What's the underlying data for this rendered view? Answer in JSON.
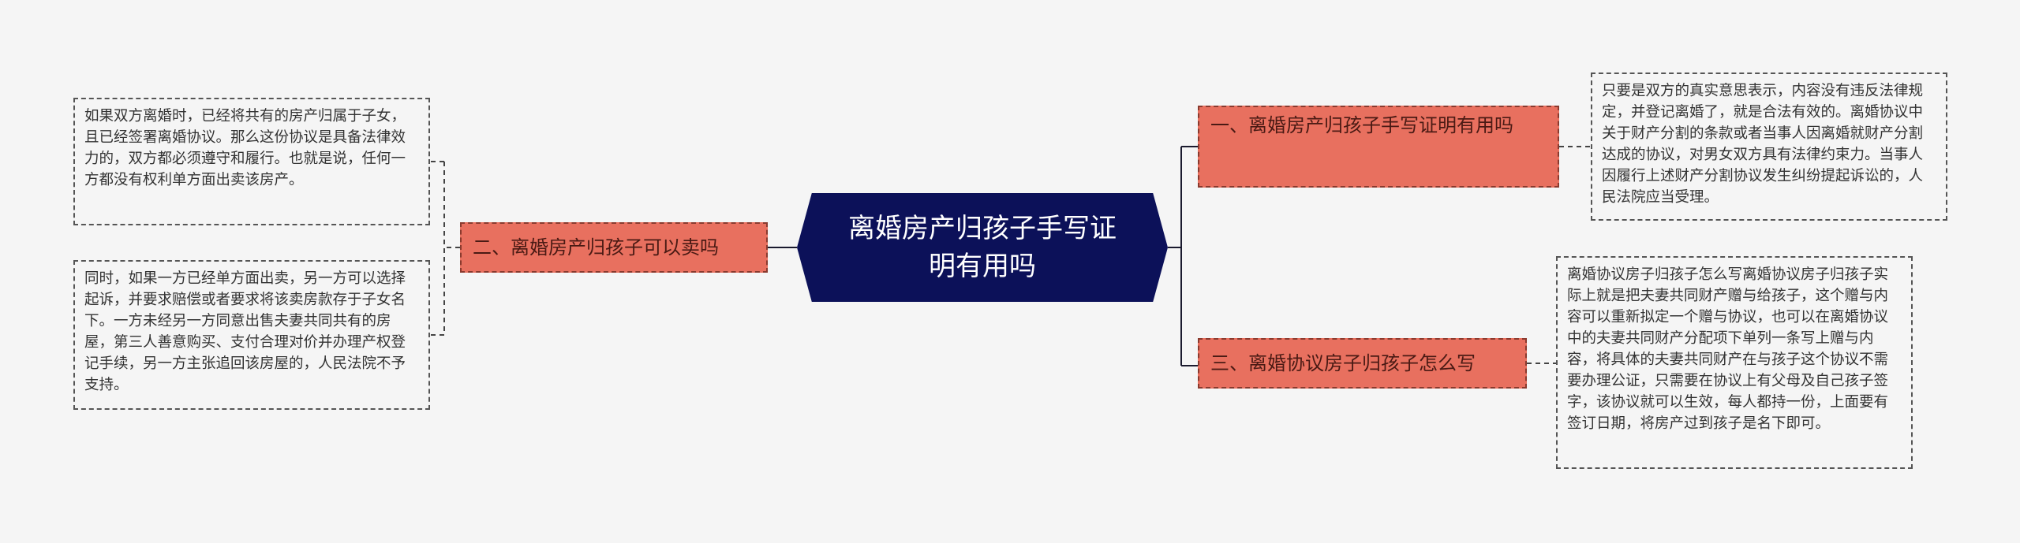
{
  "mindmap": {
    "center": {
      "text": "离婚房产归孩子手写证明有用吗"
    },
    "branches": {
      "left": {
        "text": "二、离婚房产归孩子可以卖吗"
      },
      "right1": {
        "text": "一、离婚房产归孩子手写证明有用吗"
      },
      "right3": {
        "text": "三、离婚协议房子归孩子怎么写"
      }
    },
    "leaves": {
      "left1": {
        "text": "如果双方离婚时，已经将共有的房产归属于子女，且已经签署离婚协议。那么这份协议是具备法律效力的，双方都必须遵守和履行。也就是说，任何一方都没有权利单方面出卖该房产。"
      },
      "left2": {
        "text": "同时，如果一方已经单方面出卖，另一方可以选择起诉，并要求赔偿或者要求将该卖房款存于子女名下。一方未经另一方同意出售夫妻共同共有的房屋，第三人善意购买、支付合理对价并办理产权登记手续，另一方主张追回该房屋的，人民法院不予支持。"
      },
      "right1": {
        "text": "只要是双方的真实意思表示，内容没有违反法律规定，并登记离婚了，就是合法有效的。离婚协议中关于财产分割的条款或者当事人因离婚就财产分割达成的协议，对男女双方具有法律约束力。当事人因履行上述财产分割协议发生纠纷提起诉讼的，人民法院应当受理。"
      },
      "right3": {
        "text": "离婚协议房子归孩子怎么写离婚协议房子归孩子实际上就是把夫妻共同财产赠与给孩子，这个赠与内容可以重新拟定一个赠与协议，也可以在离婚协议中的夫妻共同财产分配项下单列一条写上赠与内容，将具体的夫妻共同财产在与孩子这个协议不需要办理公证，只需要在协议上有父母及自己孩子签字，该协议就可以生效，每人都持一份，上面要有签订日期，将房产过到孩子是名下即可。"
      }
    },
    "colors": {
      "center_fill": "#0c1159",
      "branch_fill": "#e8705f",
      "line": "#1a1a2e"
    }
  }
}
